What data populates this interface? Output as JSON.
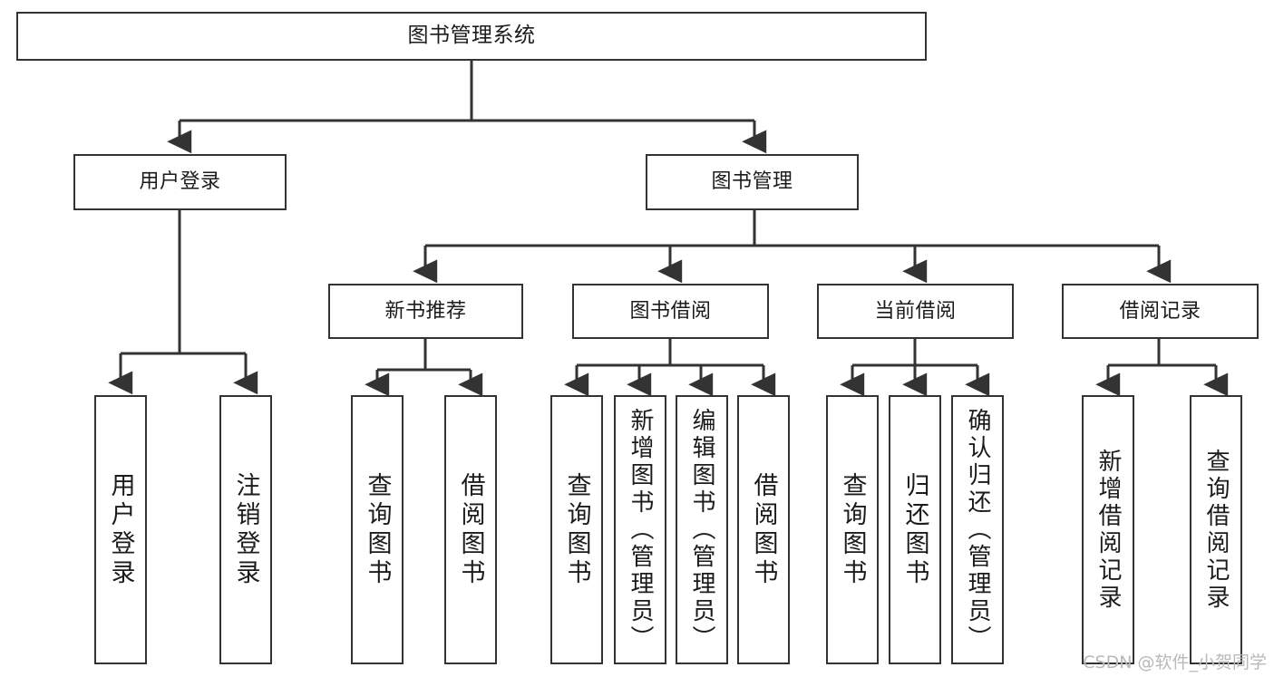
{
  "diagram": {
    "title": "图书管理系统",
    "type": "tree",
    "watermark": "CSDN @软件_小贺同学",
    "colors": {
      "stroke": "#333333",
      "fill": "#ffffff",
      "text": "#1b1b1b",
      "watermark": "#b9b9b9"
    },
    "nodes": {
      "root": {
        "label": "图书管理系统",
        "level": 1
      },
      "n_user_login": {
        "label": "用户登录",
        "level": 2
      },
      "n_book_mgmt": {
        "label": "图书管理",
        "level": 2
      },
      "n_new_book_rec": {
        "label": "新书推荐",
        "level": 3
      },
      "n_book_borrow": {
        "label": "图书借阅",
        "level": 3
      },
      "n_current_borrow": {
        "label": "当前借阅",
        "level": 3
      },
      "n_borrow_record": {
        "label": "借阅记录",
        "level": 3
      },
      "l_user_login": {
        "label": "用户登录",
        "level": 4
      },
      "l_user_logout": {
        "label": "注销登录",
        "level": 4
      },
      "l_query_book_a": {
        "label": "查询图书",
        "level": 4
      },
      "l_borrow_book_a": {
        "label": "借阅图书",
        "level": 4
      },
      "l_query_book_b": {
        "label": "查询图书",
        "level": 4
      },
      "l_add_book": {
        "label": "新增图书（管理员）",
        "level": 4
      },
      "l_edit_book": {
        "label": "编辑图书（管理员）",
        "level": 4
      },
      "l_borrow_book_b": {
        "label": "借阅图书",
        "level": 4
      },
      "l_query_book_c": {
        "label": "查询图书",
        "level": 4
      },
      "l_return_book": {
        "label": "归还图书",
        "level": 4
      },
      "l_confirm_return": {
        "label": "确认归还（管理员）",
        "level": 4
      },
      "l_add_record": {
        "label": "新增借阅记录",
        "level": 4
      },
      "l_query_record": {
        "label": "查询借阅记录",
        "level": 4
      }
    },
    "edges": [
      {
        "from": "root",
        "to": "n_user_login"
      },
      {
        "from": "root",
        "to": "n_book_mgmt"
      },
      {
        "from": "n_user_login",
        "to": "l_user_login"
      },
      {
        "from": "n_user_login",
        "to": "l_user_logout"
      },
      {
        "from": "n_book_mgmt",
        "to": "n_new_book_rec"
      },
      {
        "from": "n_book_mgmt",
        "to": "n_book_borrow"
      },
      {
        "from": "n_book_mgmt",
        "to": "n_current_borrow"
      },
      {
        "from": "n_book_mgmt",
        "to": "n_borrow_record"
      },
      {
        "from": "n_new_book_rec",
        "to": "l_query_book_a"
      },
      {
        "from": "n_new_book_rec",
        "to": "l_borrow_book_a"
      },
      {
        "from": "n_book_borrow",
        "to": "l_query_book_b"
      },
      {
        "from": "n_book_borrow",
        "to": "l_add_book"
      },
      {
        "from": "n_book_borrow",
        "to": "l_edit_book"
      },
      {
        "from": "n_book_borrow",
        "to": "l_borrow_book_b"
      },
      {
        "from": "n_current_borrow",
        "to": "l_query_book_c"
      },
      {
        "from": "n_current_borrow",
        "to": "l_return_book"
      },
      {
        "from": "n_current_borrow",
        "to": "l_confirm_return"
      },
      {
        "from": "n_borrow_record",
        "to": "l_add_record"
      },
      {
        "from": "n_borrow_record",
        "to": "l_query_record"
      }
    ]
  }
}
